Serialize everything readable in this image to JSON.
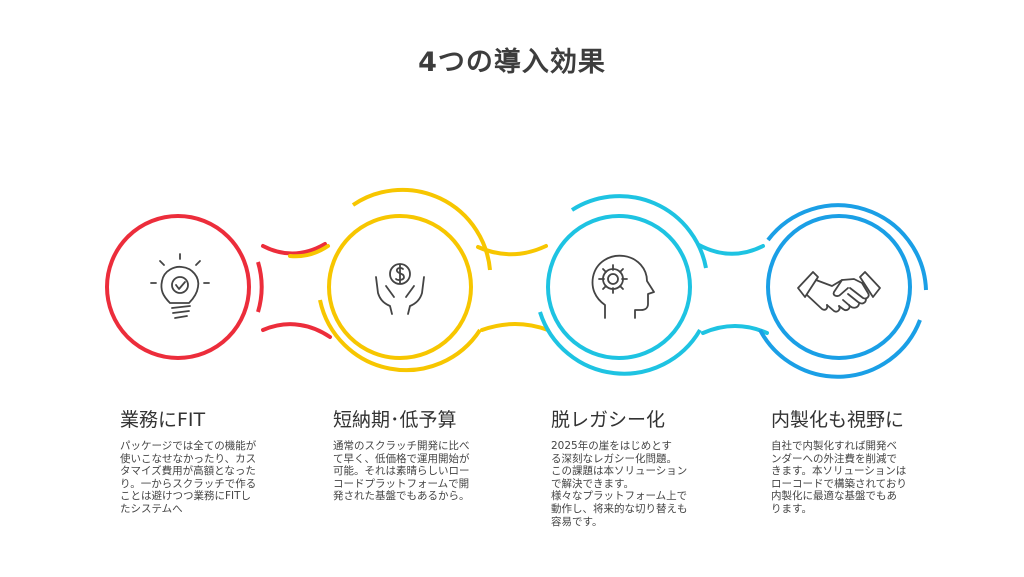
{
  "title": "4つの導入効果",
  "colors": {
    "red": "#ec2d3b",
    "yellow": "#f7c600",
    "cyan": "#1ec3e2",
    "blue": "#1a9fe6",
    "icon": "#444444"
  },
  "steps": [
    {
      "heading": "業務にFIT",
      "desc": "パッケージでは全ての機能が\n使いこなせなかったり、カス\nタマイズ費用が高額となった\nり。一からスクラッチで作る\nことは避けつつ業務にFITし\nたシステムへ",
      "icon": "lightbulb-check-icon",
      "color": "red"
    },
    {
      "heading": "短納期･低予算",
      "desc": "通常のスクラッチ開発に比べ\nて早く、低価格で運用開始が\n可能。それは素晴らしいロー\nコードプラットフォームで開\n発された基盤でもあるから。",
      "icon": "hands-coin-icon",
      "color": "yellow"
    },
    {
      "heading": "脱レガシー化",
      "desc": "2025年の崖をはじめとす\nる深刻なレガシー化問題。\nこの課題は本ソリューション\nで解決できます。\n様々なプラットフォーム上で\n動作し、将来的な切り替えも\n容易です。",
      "icon": "head-gear-icon",
      "color": "cyan"
    },
    {
      "heading": "内製化も視野に",
      "desc": "自社で内製化すれば開発ベ\nンダーへの外注費を削減で\nきます。本ソリューションは\nローコードで構築されており\n内製化に最適な基盤でもあ\nります。",
      "icon": "handshake-icon",
      "color": "blue"
    }
  ]
}
